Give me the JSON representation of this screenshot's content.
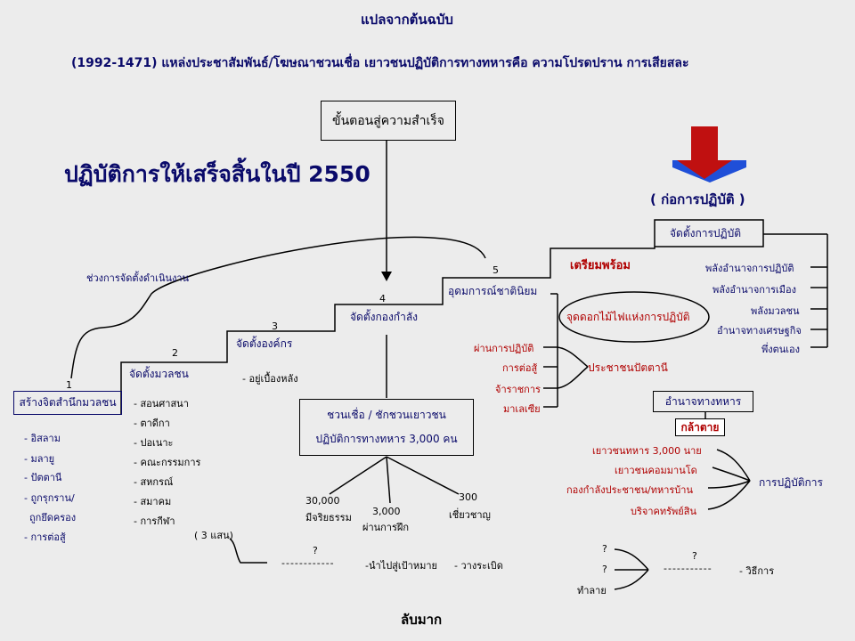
{
  "header": {
    "title": "แปลจากต้นฉบับ",
    "subtitle": "(1992-1471) แหล่งประชาสัมพันธ์/โฆษณาชวนเชื่อ เยาวชนปฏิบัติการทางทหารคือ ความโปรดปราน การเสียสละ"
  },
  "top_box": "ขั้นตอนสู่ความสำเร็จ",
  "big_heading": "ปฏิบัติการให้เสร็จสิ้นในปี 2550",
  "start_action": "( ก่อการปฏิบัติ )",
  "curve_label": "ช่วงการจัดตั้งดำเนินงาน",
  "steps": [
    {
      "num": "1",
      "label": "สร้างจิตสำนึกมวลชน"
    },
    {
      "num": "2",
      "label": "จัดตั้งมวลชน"
    },
    {
      "num": "3",
      "label": "จัดตั้งองค์กร"
    },
    {
      "num": "4",
      "label": "จัดตั้งกองกำลัง"
    },
    {
      "num": "5",
      "label": "อุดมการณ์ชาตินิยม"
    },
    {
      "num": "",
      "label": "เตรียมพร้อม"
    },
    {
      "num": "",
      "label": "จัดตั้งการปฏิบัติ"
    }
  ],
  "step1_items": [
    "- อิสลาม",
    "- มลายู",
    "- ปัตตานี",
    "- ถูกรุกราน/",
    "ถูกยึดครอง",
    "- การต่อสู้"
  ],
  "step2_items": [
    "- สอนศาสนา",
    "- ตาดีกา",
    "- ปอเนาะ",
    "- คณะกรรมการ",
    "- สหกรณ์",
    "- สมาคม",
    "- การกีฬา"
  ],
  "step3_note": "- อยู่เบื้องหลัง",
  "recruit_box": {
    "line1": "ชวนเชื่อ / ชักชวนเยาวชน",
    "line2": "ปฏิบัติการทางทหาร 3,000 คน"
  },
  "recruit_branches": [
    {
      "n": "30,000",
      "label": "มีจริยธรรม"
    },
    {
      "n": "3,000",
      "label": "ผ่านการฝึก"
    },
    {
      "n": "300",
      "label": "เชี่ยวชาญ"
    }
  ],
  "ideology_items": [
    "ผ่านการปฏิบัติ",
    "การต่อสู้",
    "จ้าราชการ",
    "มาเลเซีย"
  ],
  "ideology_target": "ประชาชนปัตตานี",
  "oval_text": "จุดดอกไม้ไฟแห่งการปฏิบัติ",
  "operation_items": [
    "พลังอำนาจการปฏิบัติ",
    "พลังอำนาจการเมือง",
    "พลังมวลชน",
    "อำนาจทางเศรษฐกิจ",
    "พึ่งตนเอง"
  ],
  "military": {
    "box": "อำนาจทางทหาร",
    "badge": "กล้าตาย",
    "items": [
      "เยาวชนทหาร 3,000 นาย",
      "เยาวชนคอมมานโด",
      "กองกำลังประชาชน/ทหารบ้าน",
      "บริจาคทรัพย์สิน"
    ],
    "target": "การปฏิบัติการ"
  },
  "bottom_left": {
    "paren": "( 3 แสน)",
    "q": "?",
    "dash": "------------",
    "target": "-นำไปสู่เป้าหมาย",
    "bomb": "- วางระเบิด"
  },
  "bottom_right": {
    "q1": "?",
    "q2": "?",
    "destroy": "ทำลาย",
    "q3": "?",
    "dash": "-----------",
    "method": "- วิธีการ"
  },
  "footer": "ลับมาก",
  "colors": {
    "navy": "#0a0a6a",
    "red": "#b00000",
    "arrow_red": "#c01010",
    "arrow_blue": "#1f4fd8"
  }
}
